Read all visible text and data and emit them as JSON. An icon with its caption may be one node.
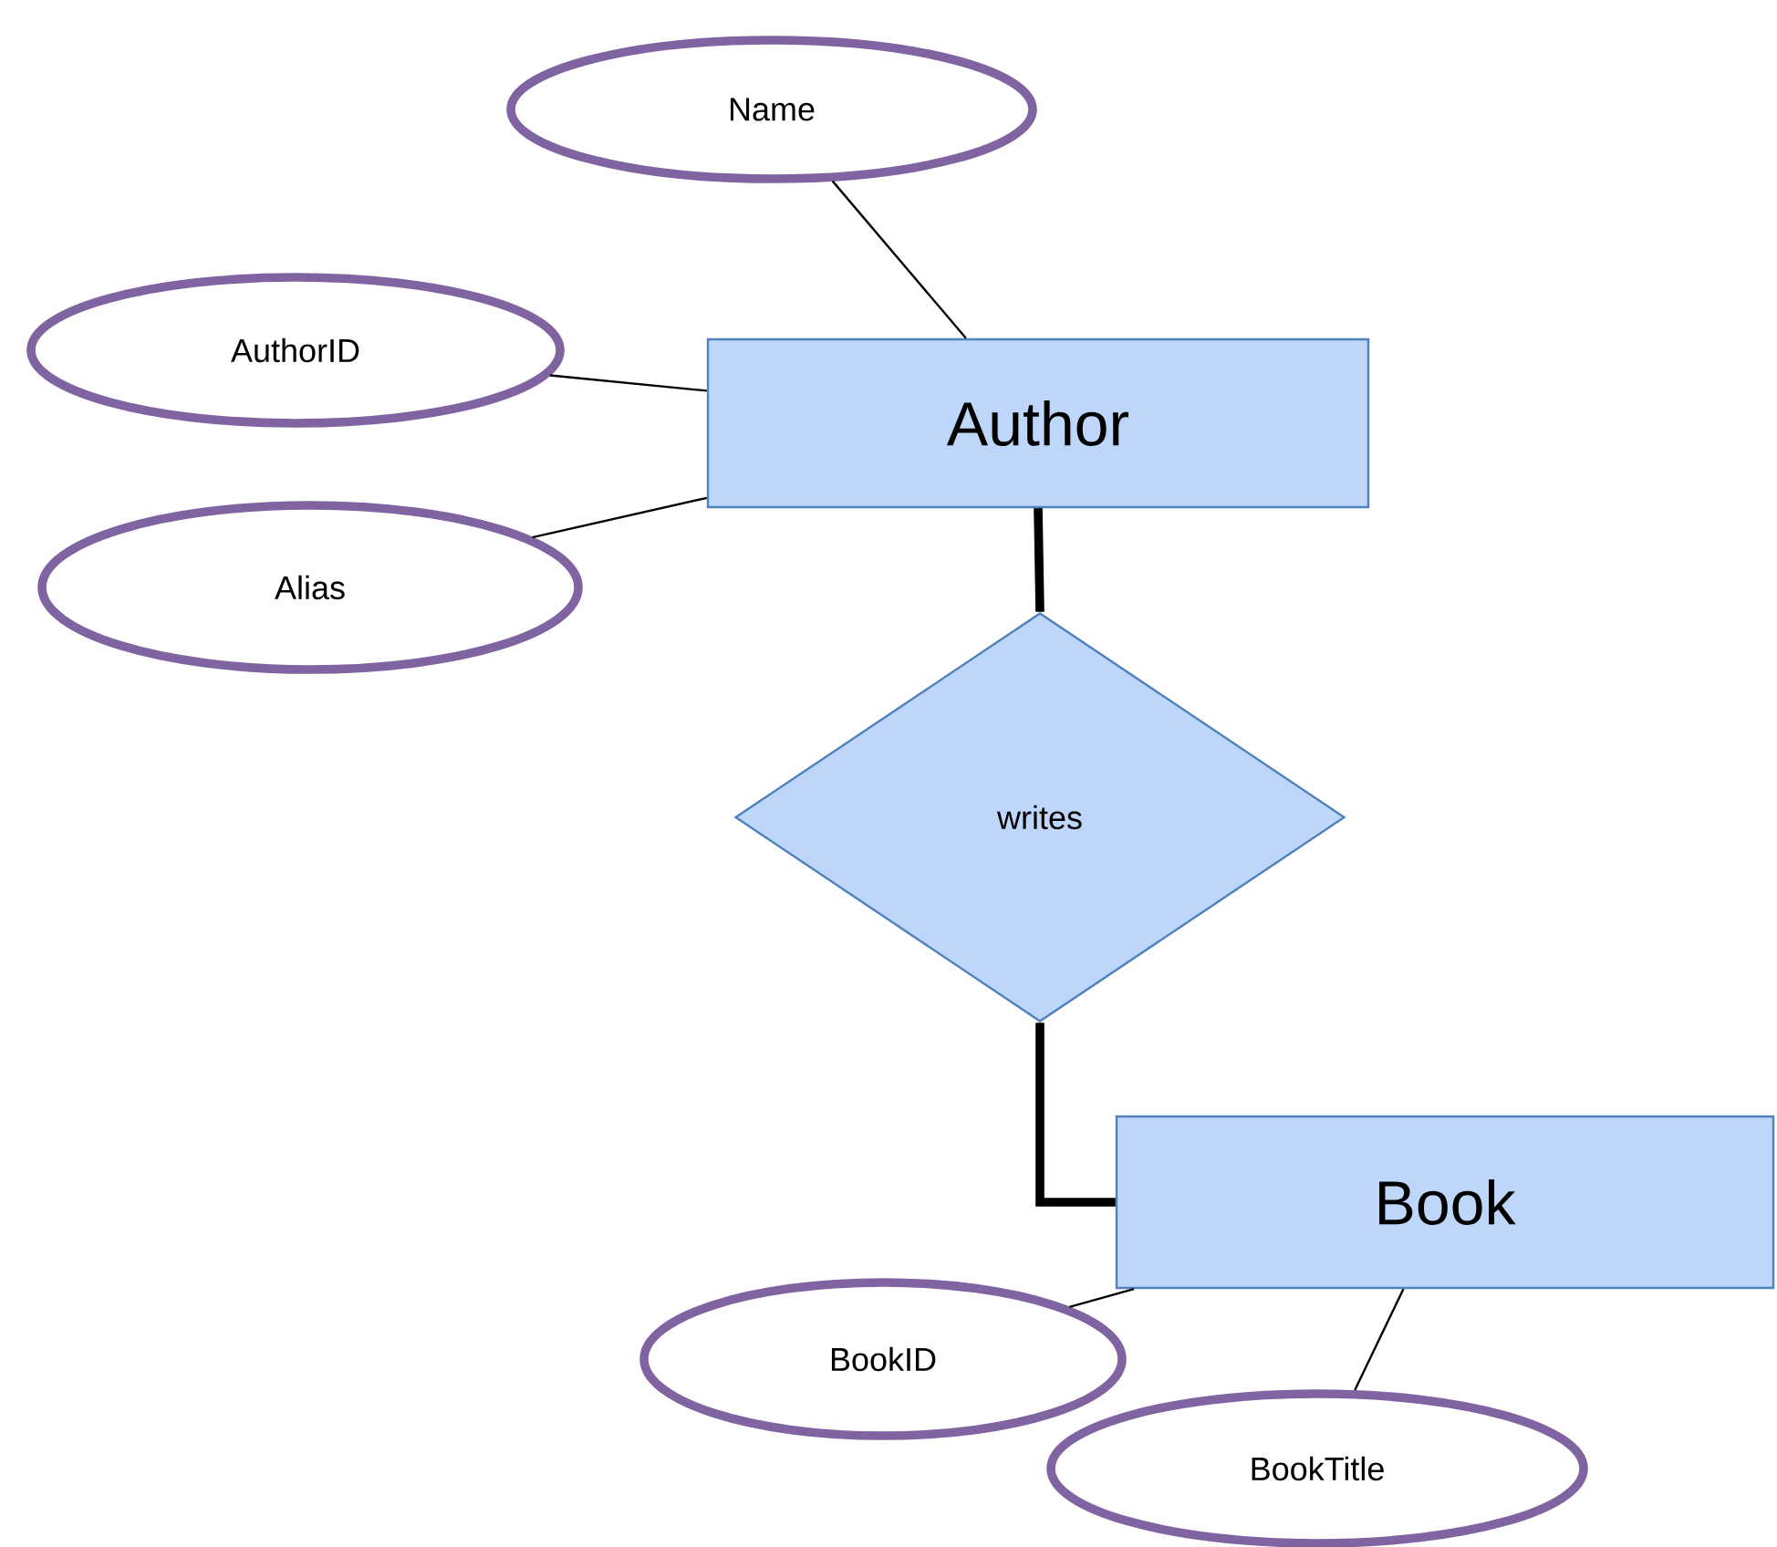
{
  "diagram": {
    "nodes": [
      {
        "text": [
          "Name"
        ]
      },
      {
        "text": [
          "AuthorID"
        ]
      },
      {
        "text": [
          "Author"
        ]
      },
      {
        "text": [
          "Alias"
        ]
      },
      {
        "text": [
          "writes"
        ]
      },
      {
        "text": [
          "Book"
        ]
      },
      {
        "text": [
          "BookID"
        ]
      },
      {
        "text": [
          "BookTitle"
        ]
      }
    ],
    "edges": [
      {
        "from": 0,
        "to": 2,
        "arrow": "none"
      },
      {
        "from": 1,
        "to": 2,
        "arrow": "none"
      },
      {
        "from": 3,
        "to": 2,
        "arrow": "none"
      },
      {
        "from": 2,
        "to": 4,
        "arrow": "none",
        "style": "thick"
      },
      {
        "from": 4,
        "to": 5,
        "arrow": "none",
        "style": "thick"
      },
      {
        "from": 6,
        "to": 5,
        "arrow": "none"
      },
      {
        "from": 7,
        "to": 5,
        "arrow": "none"
      }
    ]
  }
}
